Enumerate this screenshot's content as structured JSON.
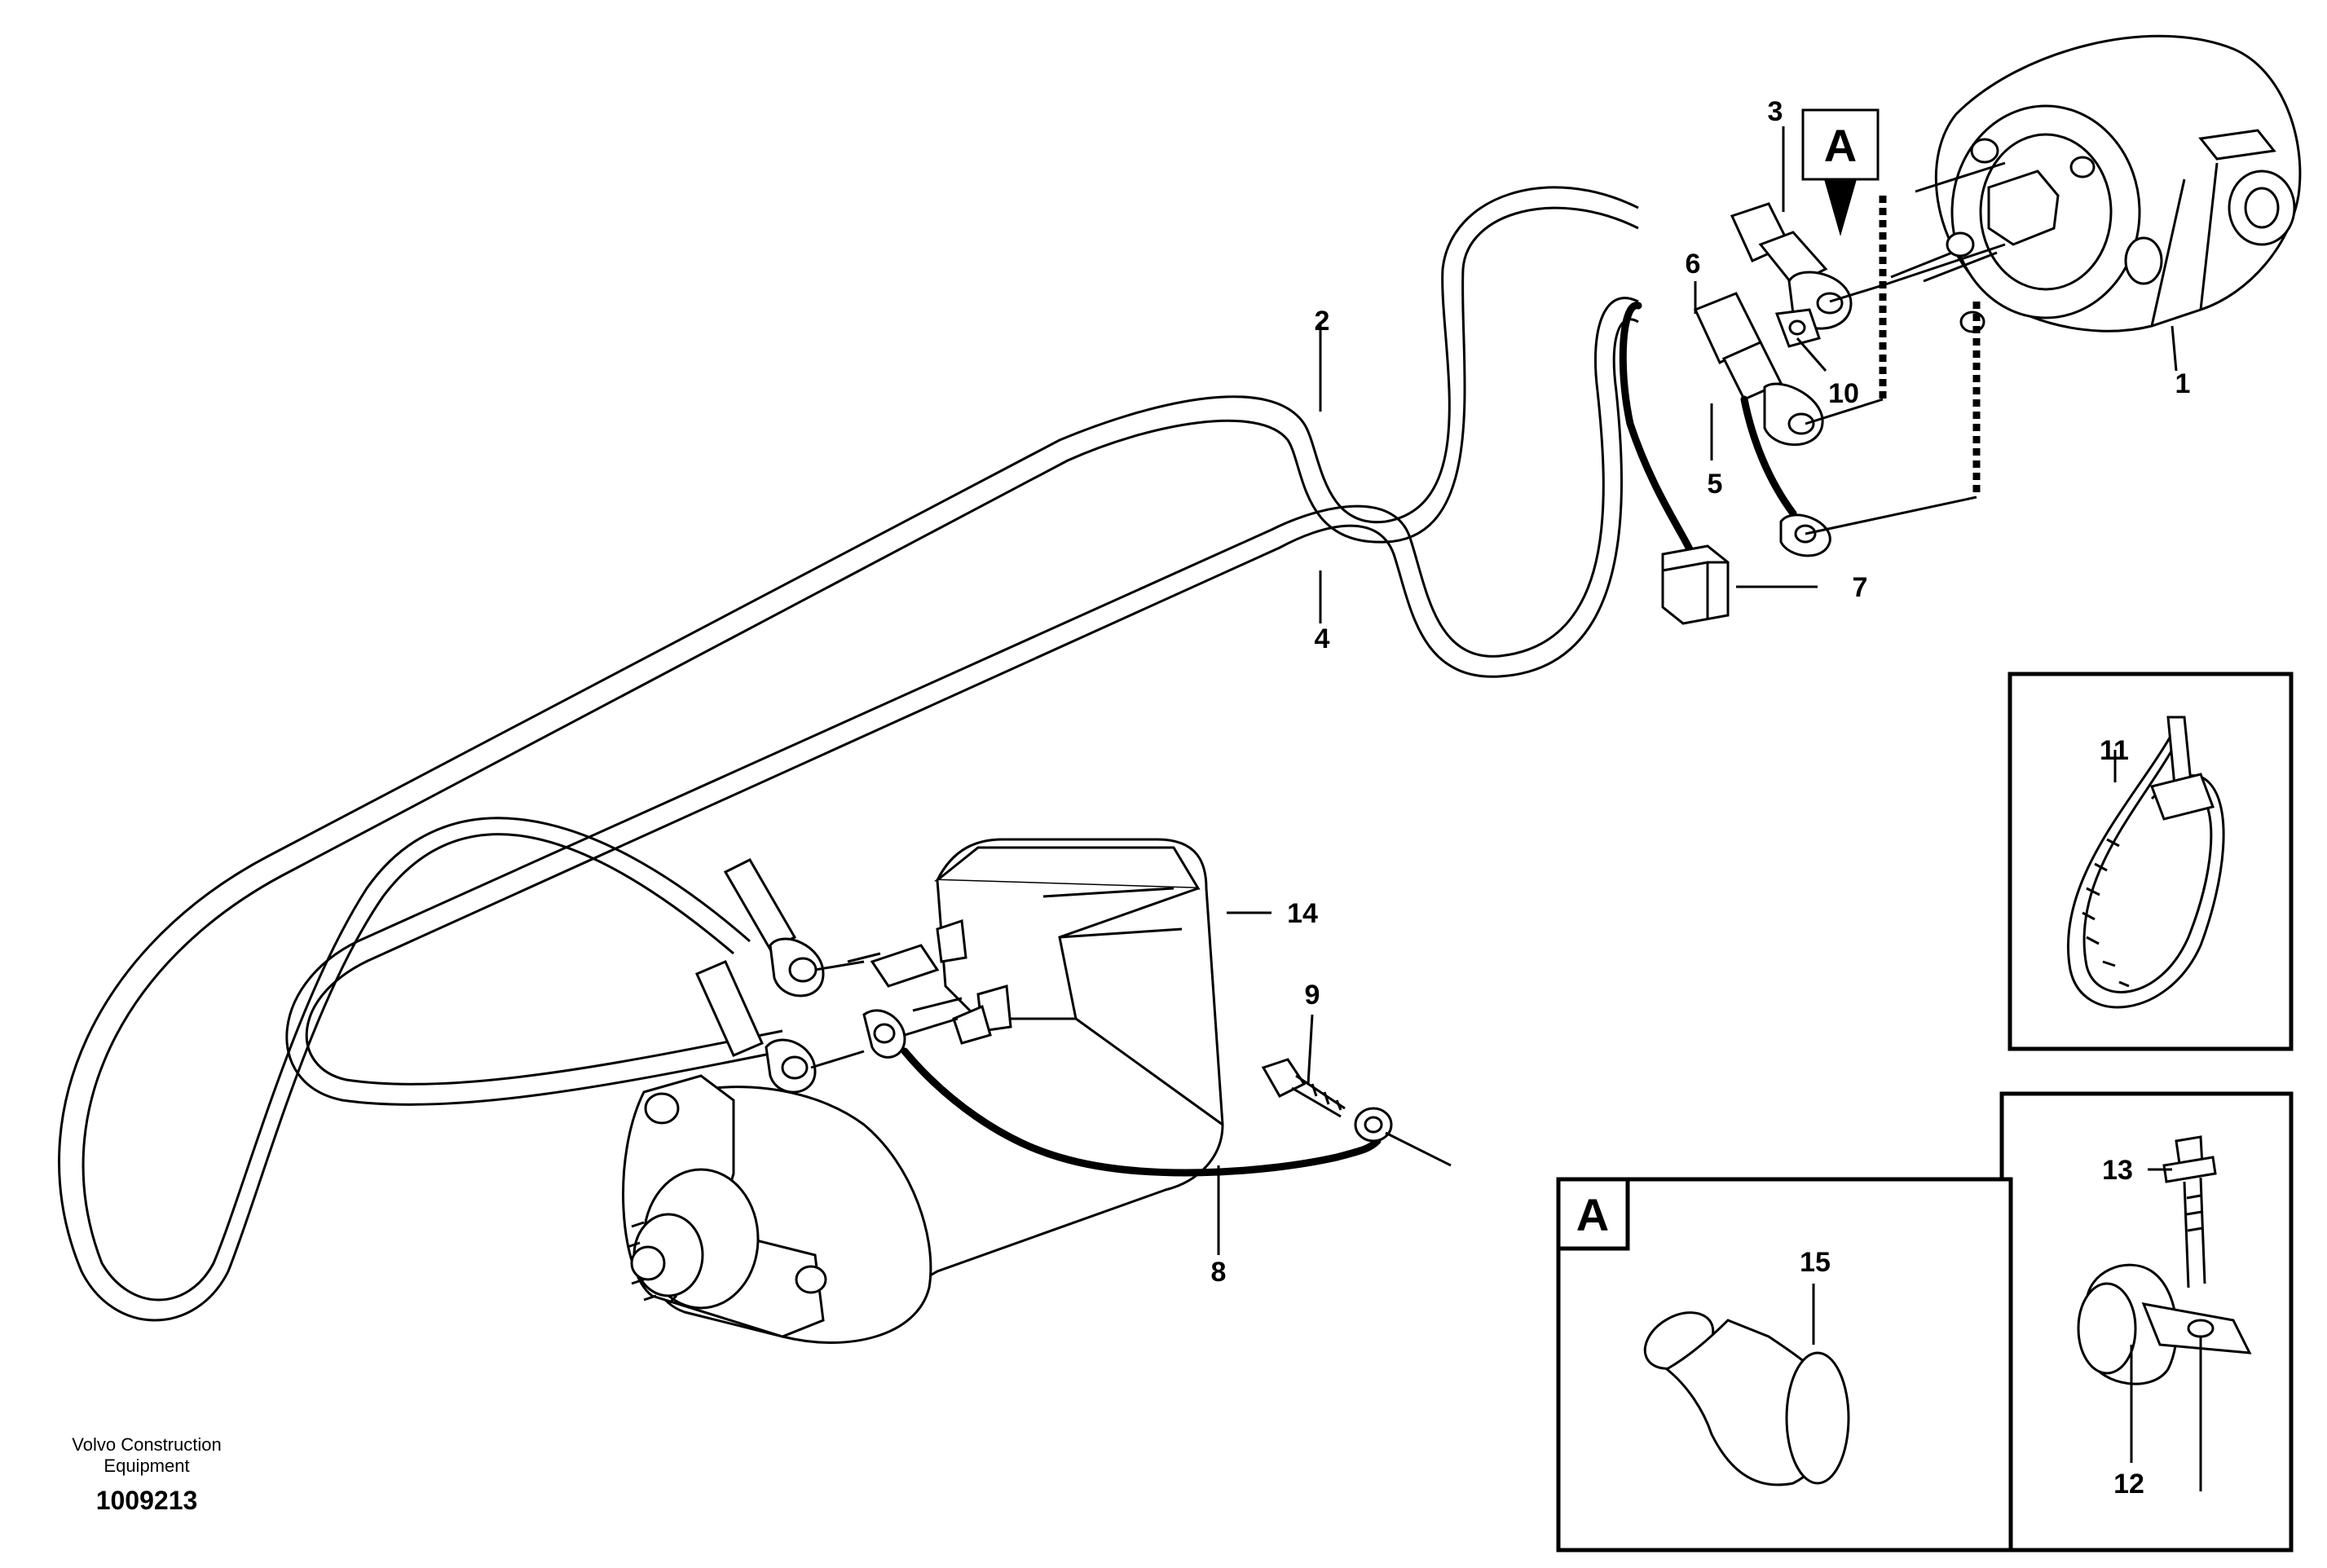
{
  "callouts": [
    "1",
    "2",
    "3",
    "4",
    "5",
    "6",
    "7",
    "8",
    "9",
    "10",
    "11",
    "12",
    "13",
    "14",
    "15"
  ],
  "view_label": "A",
  "footer": {
    "company_line1": "Volvo Construction",
    "company_line2": "Equipment",
    "drawing_number": "1009213"
  },
  "colors": {
    "line": "#000000",
    "background": "#ffffff"
  }
}
